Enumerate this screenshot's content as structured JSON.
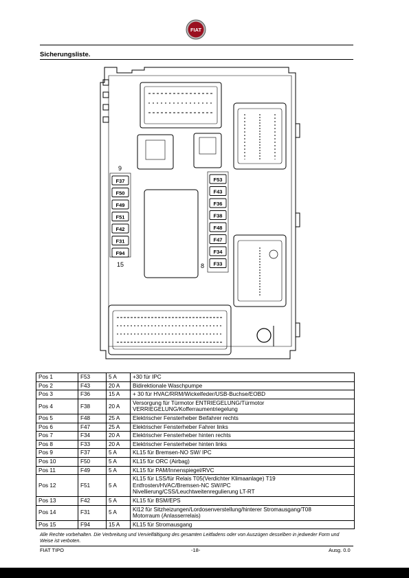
{
  "header": {
    "logo_text": "FIAT",
    "title": "Sicherungsliste."
  },
  "diagram": {
    "labels": {
      "left_top_number": "9",
      "left_bottom_number": "15",
      "right_bottom_number": "8"
    },
    "left_fuses": [
      "F37",
      "F50",
      "F49",
      "F51",
      "F42",
      "F31",
      "F94"
    ],
    "right_fuses": [
      "F53",
      "F43",
      "F36",
      "F38",
      "F48",
      "F47",
      "F34",
      "F33"
    ]
  },
  "fuse_table": {
    "rows": [
      {
        "pos": "Pos 1",
        "fuse": "F53",
        "amp": "5 A",
        "desc": [
          "+30 für IPC"
        ]
      },
      {
        "pos": "Pos 2",
        "fuse": "F43",
        "amp": "20 A",
        "desc": [
          "Bidirektionale Waschpumpe"
        ]
      },
      {
        "pos": "Pos 3",
        "fuse": "F36",
        "amp": "15 A",
        "desc": [
          "+ 30 für HVAC/RRM/Wickelfeder/USB-Buchse/EOBD"
        ]
      },
      {
        "pos": "Pos 4",
        "fuse": "F38",
        "amp": "20 A",
        "desc": [
          "Versorgung für Türmotor ENTRIEGELUNG/Türmotor",
          "VERRIEGELUNG/Kofferraumentriegelung"
        ]
      },
      {
        "pos": "Pos 5",
        "fuse": "F48",
        "amp": "25 A",
        "desc": [
          "Elektrischer Fensterheber Beifahrer rechts"
        ]
      },
      {
        "pos": "Pos 6",
        "fuse": "F47",
        "amp": "25 A",
        "desc": [
          "Elektrischer Fensterheber Fahrer links"
        ]
      },
      {
        "pos": "Pos 7",
        "fuse": "F34",
        "amp": "20 A",
        "desc": [
          "Elektrischer Fensterheber hinten rechts"
        ]
      },
      {
        "pos": "Pos 8",
        "fuse": "F33",
        "amp": "20 A",
        "desc": [
          "Elektrischer Fensterheber hinten links"
        ]
      },
      {
        "pos": "Pos 9",
        "fuse": "F37",
        "amp": "5 A",
        "desc": [
          "KL15 für Bremsen-NO SW/ IPC"
        ]
      },
      {
        "pos": "Pos 10",
        "fuse": "F50",
        "amp": "5 A",
        "desc": [
          "KL15 für ORC (Airbag)"
        ]
      },
      {
        "pos": "Pos 11",
        "fuse": "F49",
        "amp": "5 A",
        "desc": [
          "KL15 für PAM/Innenspiegel/RVC"
        ]
      },
      {
        "pos": "Pos 12",
        "fuse": "F51",
        "amp": "5 A",
        "desc": [
          "KL15 für LSS/für Relais T05(Verdichter Klimaanlage) T19",
          "Entfrosten/HVAC/Bremsen-NC SW/IPC",
          "Nivellierung/CSS/Leuchtweitenregulierung LT-RT"
        ]
      },
      {
        "pos": "Pos 13",
        "fuse": "F42",
        "amp": "5 A",
        "desc": [
          "KL15 für BSM/EPS"
        ]
      },
      {
        "pos": "Pos 14",
        "fuse": "F31",
        "amp": "5 A",
        "desc": [
          "Kl12 für Sitzheizungen/Lordosenverstellung/hinterer Stromausgang/T08",
          "Motorraum (Anlasserrelais)"
        ]
      },
      {
        "pos": "Pos 15",
        "fuse": "F94",
        "amp": "15 A",
        "desc": [
          "KL15 für Stromausgang"
        ]
      }
    ]
  },
  "footnote": "Alle Rechte vorbehalten. Die Verbreitung und Vervielfältigung des gesamten Leitfadens oder von Auszügen desselben in jedweder Form und Weise ist verboten.",
  "footer": {
    "left": "FIAT TIPO",
    "center": "-18-",
    "right": "Ausg. 0.0"
  }
}
